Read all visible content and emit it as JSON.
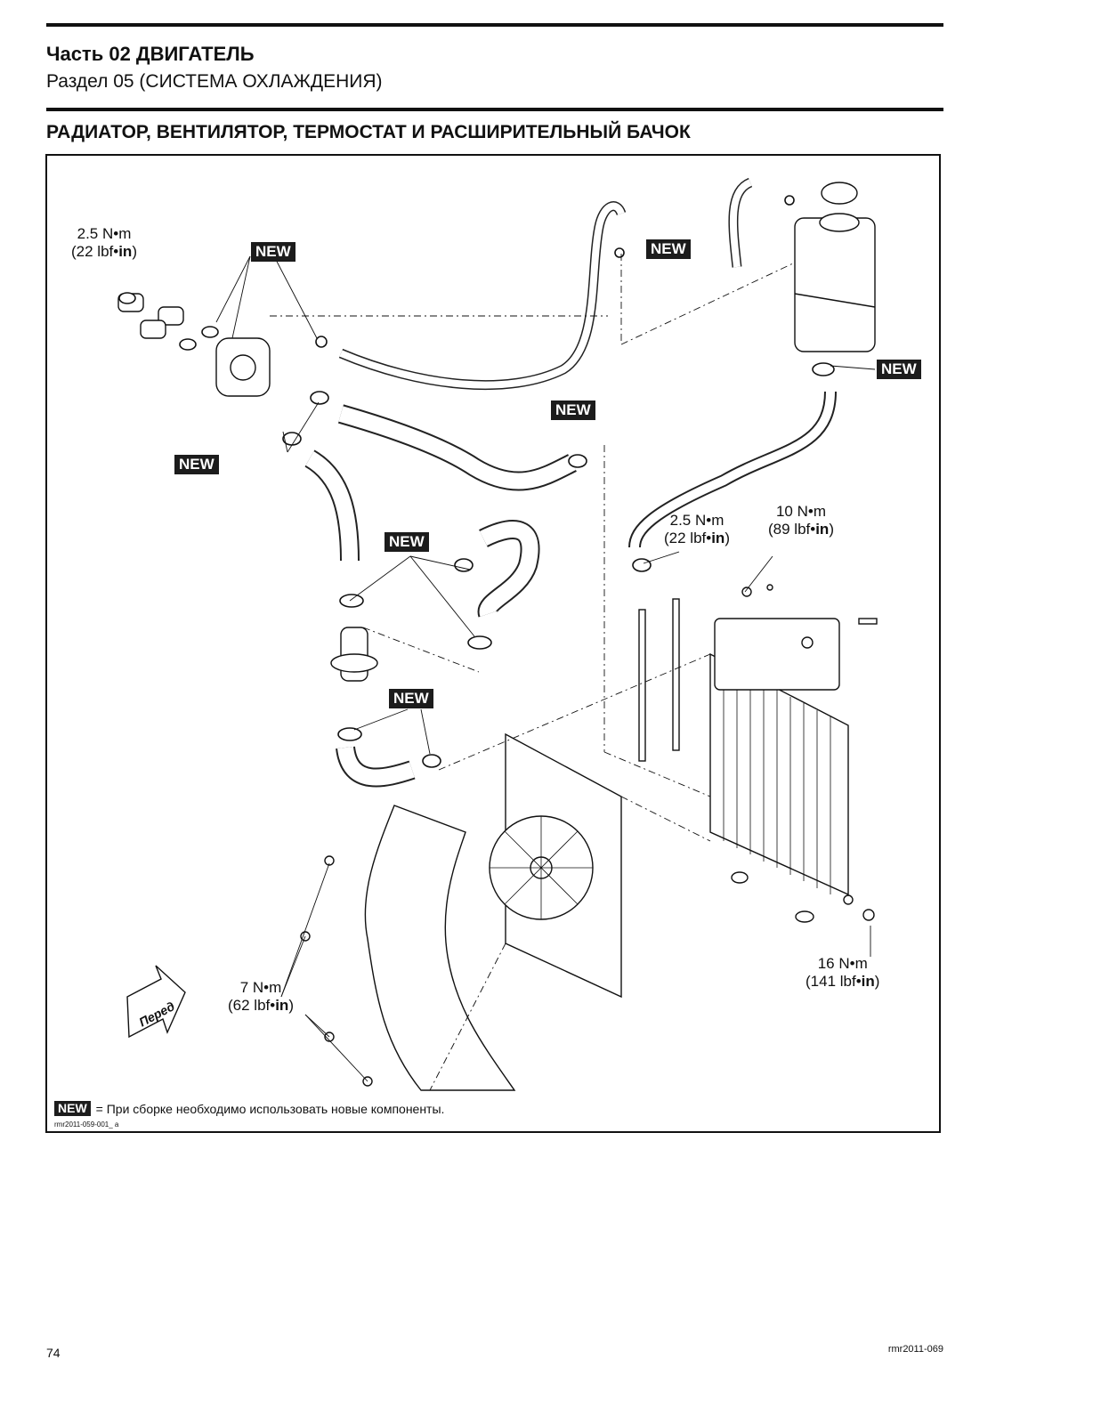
{
  "header": {
    "part_title": "Часть 02 ДВИГАТЕЛЬ",
    "section_title": "Раздел 05 (СИСТЕМА ОХЛАЖДЕНИЯ)"
  },
  "heading": "РАДИАТОР, ВЕНТИЛЯТОР, ТЕРМОСТАТ И РАСШИРИТЕЛЬНЫЙ БАЧОК",
  "figure": {
    "new_label": "NEW",
    "torque_values": {
      "clamp_top_left": {
        "nm": "2.5 N•m",
        "pre": "(22 lbf•",
        "unit": "in",
        "post": ")"
      },
      "clamp_right": {
        "nm": "2.5 N•m",
        "pre": "(22 lbf•",
        "unit": "in",
        "post": ")"
      },
      "radiator_nut": {
        "nm": "10 N•m",
        "pre": "(89 lbf•",
        "unit": "in",
        "post": ")"
      },
      "fan_bolts": {
        "nm": "7 N•m",
        "pre": "(62 lbf•",
        "unit": "in",
        "post": ")"
      },
      "drain_plug": {
        "nm": "16 N•m",
        "pre": "(141 lbf•",
        "unit": "in",
        "post": ")"
      }
    },
    "front_arrow_label": "Перед",
    "legend_text": "= При сборке необходимо использовать новые компоненты.",
    "figure_id": "rmr2011-059-001_ a"
  },
  "footer": {
    "page_number": "74",
    "doc_id": "rmr2011-069"
  }
}
